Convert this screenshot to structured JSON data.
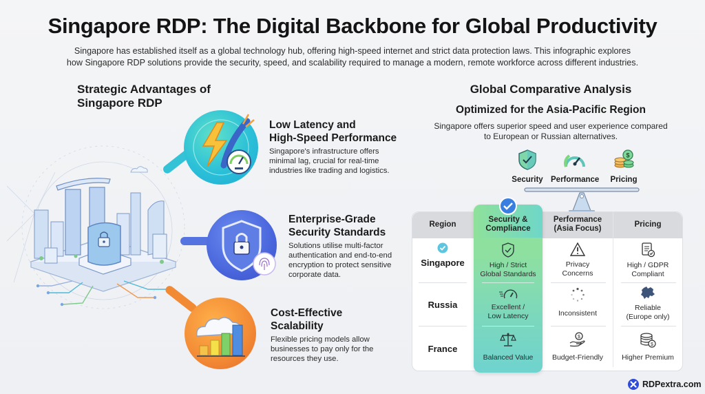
{
  "header": {
    "title": "Singapore RDP: The Digital Backbone for Global Productivity",
    "intro_line1": "Singapore has established itself as a global technology hub, offering high-speed internet and strict data protection laws. This infographic explores",
    "intro_line2": "how Singapore RDP solutions provide the security, speed, and scalability required to manage a modern, remote workforce across different industries."
  },
  "left": {
    "title": "Strategic Advantages of Singapore RDP",
    "features": [
      {
        "icon": "lightning-cable-gauge-icon",
        "title_line1": "Low Latency and",
        "title_line2": "High-Speed Performance",
        "desc_line1": "Singapore's infrastructure offers",
        "desc_line2": "minimal lag, crucial for real-time",
        "desc_line3": "industries like trading and logistics.",
        "color": "#2cc3d6"
      },
      {
        "icon": "shield-lock-fingerprint-icon",
        "title_line1": "Enterprise-Grade",
        "title_line2": "Security Standards",
        "desc_line1": "Solutions utilise multi-factor",
        "desc_line2": "authentication and end-to-end",
        "desc_line3": "encryption to protect sensitive",
        "desc_line4": "corporate data.",
        "color": "#4a6fe0"
      },
      {
        "icon": "cloud-bar-chart-icon",
        "title_line1": "Cost-Effective",
        "title_line2": "Scalability",
        "desc_line1": "Flexible pricing models allow",
        "desc_line2": "businesses to pay only for the",
        "desc_line3": "resources they use.",
        "color": "#f08a30"
      }
    ]
  },
  "right": {
    "title": "Global Comparative Analysis",
    "subtitle": "Optimized for the Asia-Pacific Region",
    "desc_line1": "Singapore offers superior speed and user experience compared",
    "desc_line2": "to European or Russian alternatives.",
    "balance_icons": [
      {
        "icon": "shield-check-icon",
        "label": "Security"
      },
      {
        "icon": "speedometer-icon",
        "label": "Performance"
      },
      {
        "icon": "coins-dollar-icon",
        "label": "Pricing"
      }
    ],
    "table": {
      "headers": [
        "Region",
        "Security & Compliance",
        "Performance (Asia Focus)",
        "Pricing"
      ],
      "header_lines": {
        "security_1": "Security &",
        "security_2": "Compliance",
        "performance_1": "Performance",
        "performance_2": "(Asia Focus)"
      },
      "rows": [
        {
          "region": "Singapore",
          "security": [
            "High / Strict",
            "Global Standards"
          ],
          "security_icon": "shield-check-outline-icon",
          "performance": [
            "Privacy",
            "Concerns"
          ],
          "performance_icon": "warning-triangle-icon",
          "pricing": [
            "High / GDPR",
            "Compliant"
          ],
          "pricing_icon": "document-check-icon"
        },
        {
          "region": "Russia",
          "security": [
            "Excellent /",
            "Low Latency"
          ],
          "security_icon": "speedometer-fast-icon",
          "performance": [
            "Inconsistent"
          ],
          "performance_icon": "loading-spinner-icon",
          "pricing": [
            "Reliable",
            "(Europe only)"
          ],
          "pricing_icon": "europe-map-icon"
        },
        {
          "region": "France",
          "security": [
            "Balanced Value"
          ],
          "security_icon": "balance-scale-icon",
          "performance": [
            "Budget-Friendly"
          ],
          "performance_icon": "hand-coin-icon",
          "pricing": [
            "Higher Premium"
          ],
          "pricing_icon": "coin-stack-icon"
        }
      ]
    }
  },
  "footer": {
    "brand": "RDPextra.com"
  }
}
